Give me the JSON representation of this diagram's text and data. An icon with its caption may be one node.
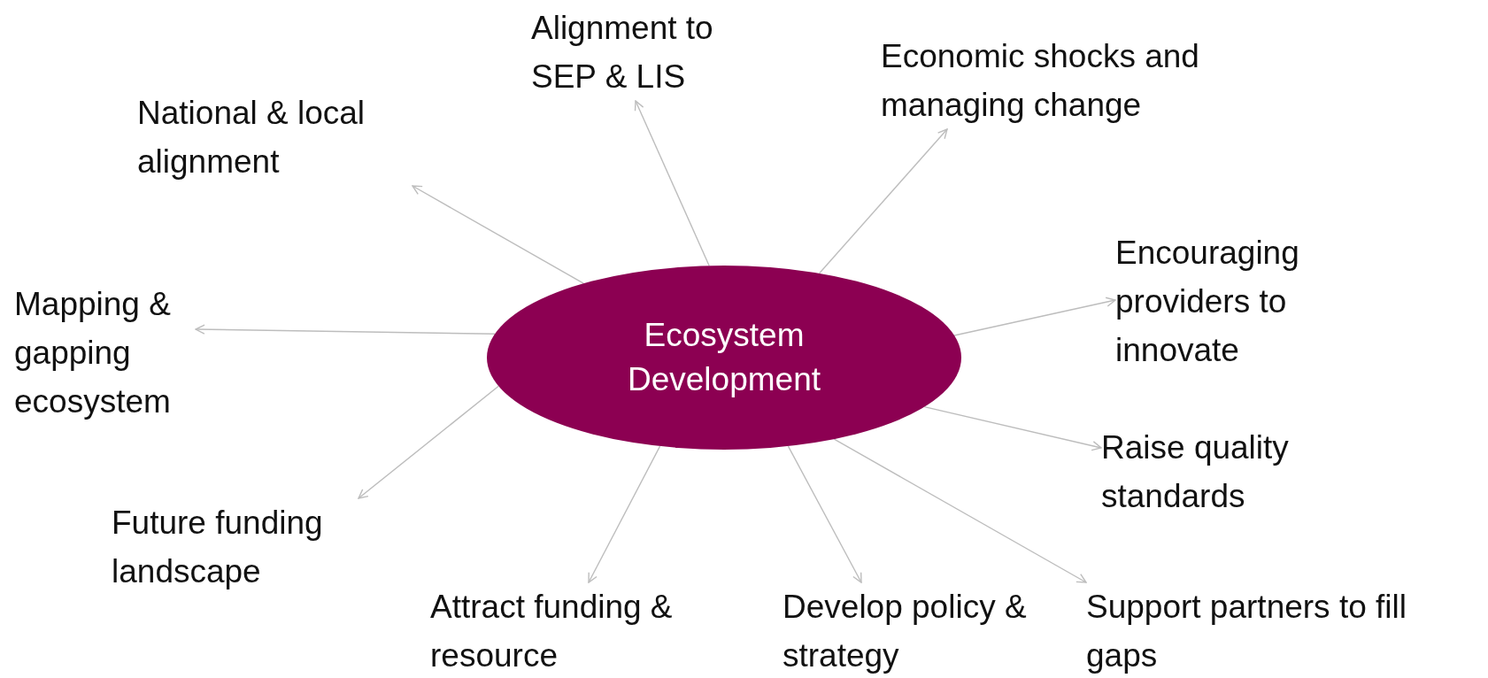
{
  "diagram": {
    "nodes": [
      {
        "text": [
          "Ecosystem Development"
        ]
      },
      {
        "text": [
          "Alignment to SEP & LIS"
        ]
      },
      {
        "text": [
          "National & local alignment"
        ]
      },
      {
        "text": [
          "Economic shocks and managing change"
        ]
      },
      {
        "text": [
          "Mapping & gapping ecosystem"
        ]
      },
      {
        "text": [
          "Encouraging providers to innovate"
        ]
      },
      {
        "text": [
          "Raise quality standards"
        ]
      },
      {
        "text": [
          "Future funding landscape"
        ]
      },
      {
        "text": [
          "Attract funding & resource"
        ]
      },
      {
        "text": [
          "Develop policy & strategy"
        ]
      },
      {
        "text": [
          "Support partners to fill gaps"
        ]
      }
    ],
    "edges": [
      {
        "from": 0,
        "to": 1,
        "arrow": "to"
      },
      {
        "from": 0,
        "to": 2,
        "arrow": "to"
      },
      {
        "from": 0,
        "to": 3,
        "arrow": "to"
      },
      {
        "from": 0,
        "to": 4,
        "arrow": "to"
      },
      {
        "from": 0,
        "to": 5,
        "arrow": "to"
      },
      {
        "from": 0,
        "to": 6,
        "arrow": "to"
      },
      {
        "from": 0,
        "to": 7,
        "arrow": "to"
      },
      {
        "from": 0,
        "to": 8,
        "arrow": "to"
      },
      {
        "from": 0,
        "to": 9,
        "arrow": "to"
      },
      {
        "from": 0,
        "to": 10,
        "arrow": "to"
      }
    ]
  }
}
